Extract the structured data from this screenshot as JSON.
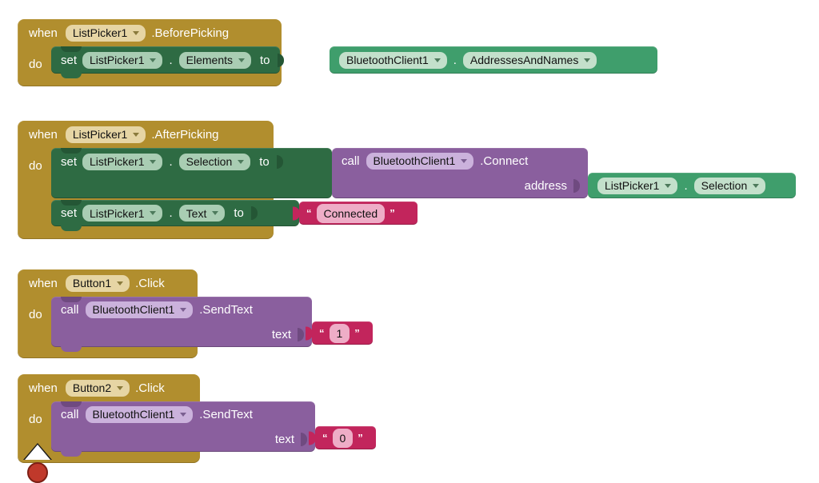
{
  "app": {
    "name": "MIT App Inventor Blocks Editor",
    "canvas_background": "#ffffff"
  },
  "colors": {
    "event_block": "#b18e2e",
    "setter_block": "#2e6b43",
    "getter_block": "#3f9e6c",
    "call_block": "#8a5f9e",
    "text_block": "#c2255c",
    "field_gold": "#e6d5a4",
    "field_green": "#a9cdb3",
    "field_green_light": "#c3e0cb",
    "field_purple": "#cbb2dc",
    "field_pink": "#eeadc7"
  },
  "tokens": {
    "when": "when",
    "do": "do",
    "set": "set",
    "call": "call",
    "to": "to",
    "dot": ".",
    "open_quote": "“",
    "close_quote": "”"
  },
  "blocks": [
    {
      "id": "block-1",
      "type": "event",
      "component": "ListPicker1",
      "event_suffix": ".BeforePicking",
      "body": [
        {
          "type": "setter",
          "keyword": "set",
          "component": "ListPicker1",
          "property": "Elements",
          "connector": "to",
          "value": {
            "type": "getter",
            "component": "BluetoothClient1",
            "property": "AddressesAndNames"
          }
        }
      ]
    },
    {
      "id": "block-2",
      "type": "event",
      "component": "ListPicker1",
      "event_suffix": ".AfterPicking",
      "body": [
        {
          "type": "setter",
          "keyword": "set",
          "component": "ListPicker1",
          "property": "Selection",
          "connector": "to",
          "value": {
            "type": "call",
            "keyword": "call",
            "component": "BluetoothClient1",
            "method_suffix": ".Connect",
            "args": [
              {
                "name": "address",
                "value": {
                  "type": "getter",
                  "component": "ListPicker1",
                  "property": "Selection"
                }
              }
            ]
          }
        },
        {
          "type": "setter",
          "keyword": "set",
          "component": "ListPicker1",
          "property": "Text",
          "connector": "to",
          "value": {
            "type": "text",
            "string": "Connected"
          }
        }
      ]
    },
    {
      "id": "block-3",
      "type": "event",
      "component": "Button1",
      "event_suffix": ".Click",
      "body": [
        {
          "type": "call",
          "keyword": "call",
          "component": "BluetoothClient1",
          "method_suffix": ".SendText",
          "args": [
            {
              "name": "text",
              "value": {
                "type": "text",
                "string": "1"
              }
            }
          ]
        }
      ]
    },
    {
      "id": "block-4",
      "type": "event",
      "component": "Button2",
      "event_suffix": ".Click",
      "body": [
        {
          "type": "call",
          "keyword": "call",
          "component": "BluetoothClient1",
          "method_suffix": ".SendText",
          "args": [
            {
              "name": "text",
              "value": {
                "type": "text",
                "string": "0"
              }
            }
          ]
        }
      ]
    }
  ],
  "indicators": {
    "warning_icon": "warning-triangle-icon",
    "error_icon": "error-circle-icon"
  }
}
